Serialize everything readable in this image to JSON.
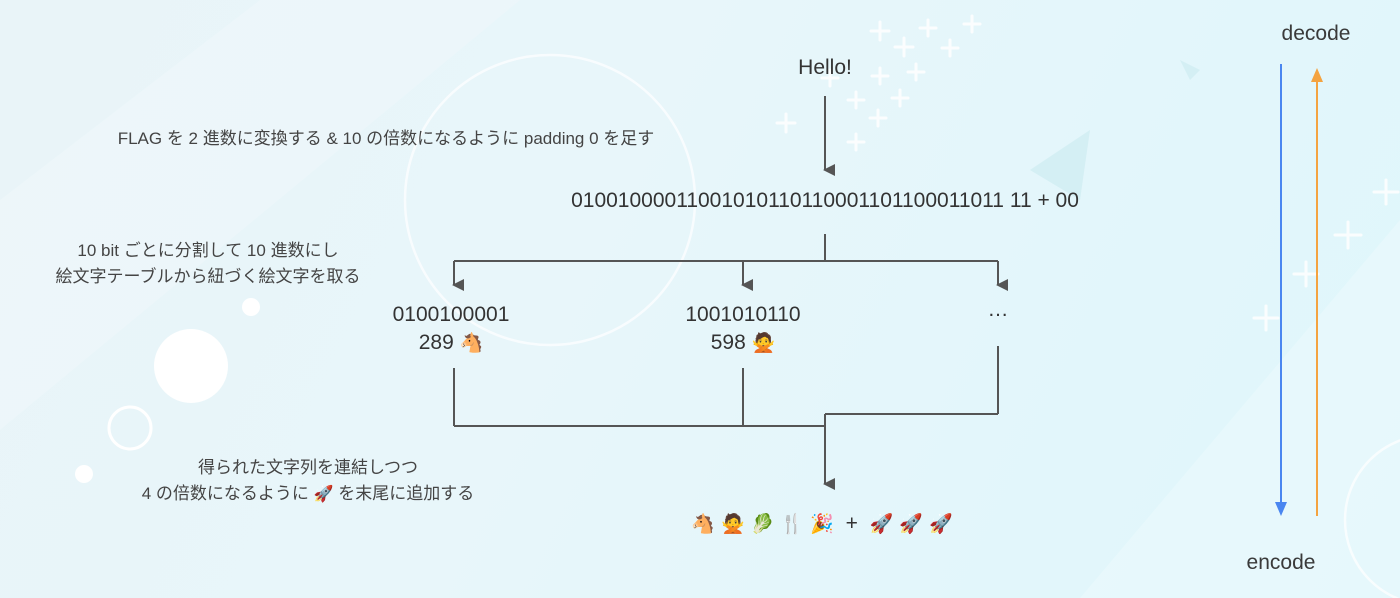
{
  "source_text": "Hello!",
  "binary_line": "010010000110010101101100011011000110111 1 + 00",
  "binary_bits": "01001000011001010110110001101100011011 11",
  "binary_display": "01001000011001010110110001101100011011 11 + 00",
  "notes": {
    "to_binary": "FLAG を 2 進数に変換する & 10 の倍数になるように padding 0 を足す",
    "split_line1": "10 bit ごとに分割して 10 進数にし",
    "split_line2": "絵文字テーブルから紐づく絵文字を取る",
    "join_line1": "得られた文字列を連結しつつ",
    "join_line2_prefix": "4 の倍数になるように",
    "join_line2_emoji": "🚀",
    "join_line2_suffix": "を末尾に追加する"
  },
  "chunks": [
    {
      "bits": "0100100001",
      "value": "289",
      "emoji": "🐴"
    },
    {
      "bits": "1001010110",
      "value": "598",
      "emoji": "🙅"
    },
    {
      "bits": "…",
      "value": "",
      "emoji": ""
    }
  ],
  "result": {
    "emojis": "🐴 🙅 🥬 🍴 🎉",
    "plus": "+",
    "padding": "🚀 🚀 🚀"
  },
  "side": {
    "decode_label": "decode",
    "encode_label": "encode",
    "decode_color": "#f4a340",
    "encode_color": "#4a86f0"
  }
}
